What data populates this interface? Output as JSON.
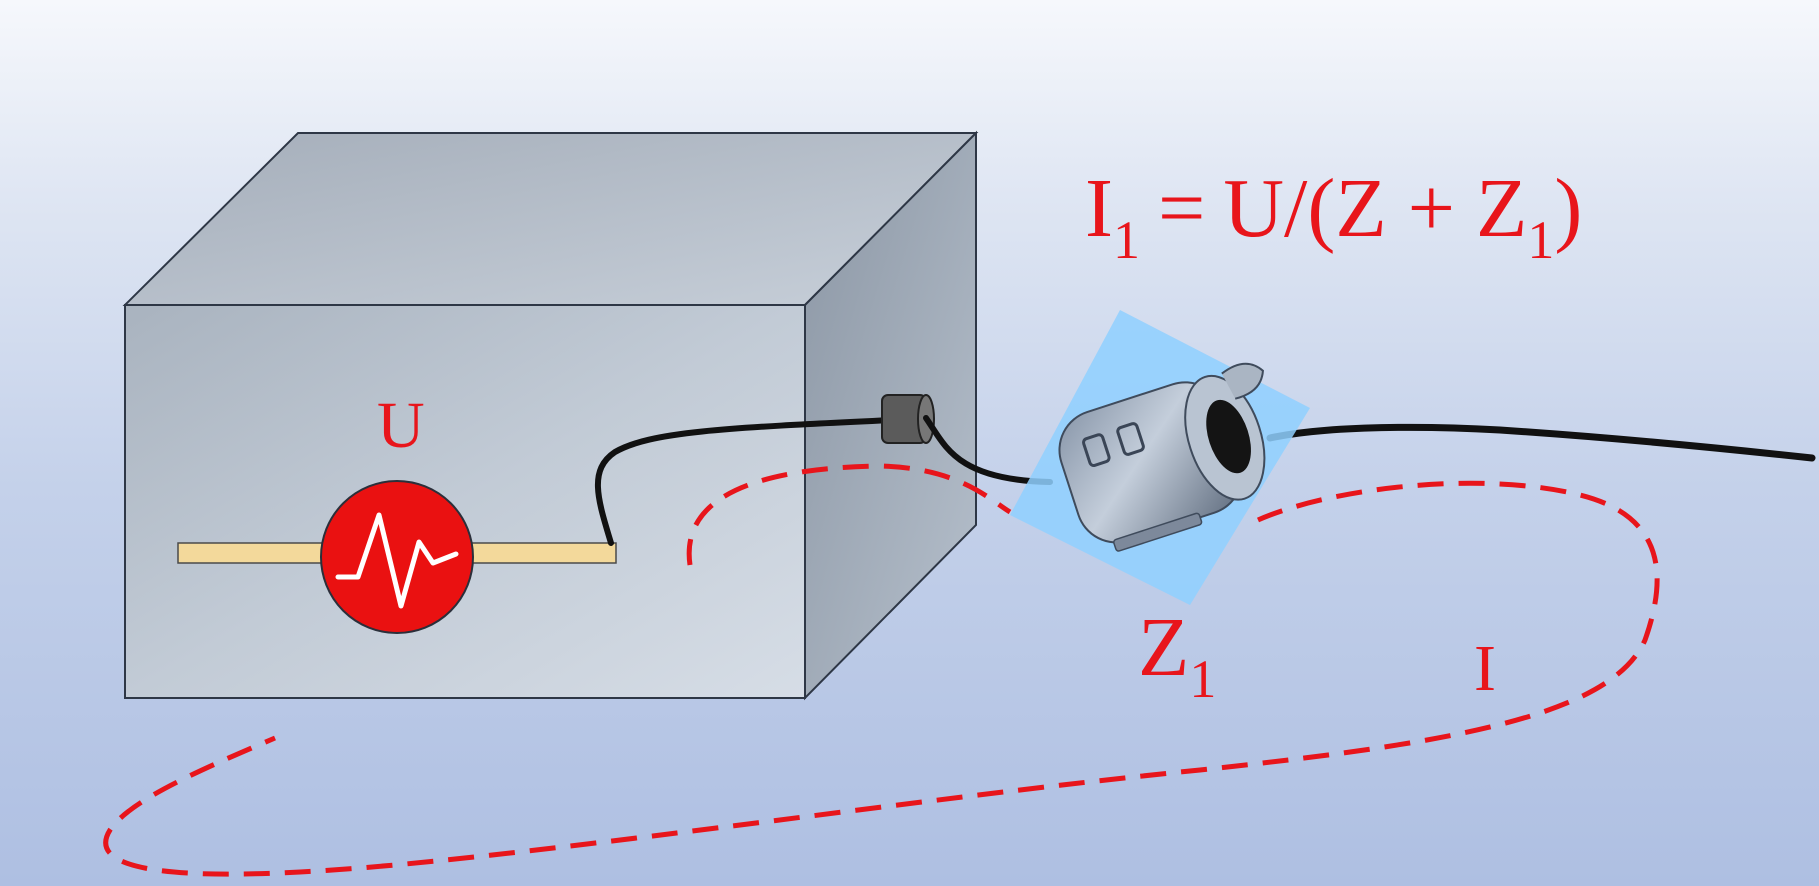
{
  "formula": {
    "lhs": "I",
    "lhs_sub": "1",
    "eq": "=",
    "rhs_start": "U/(Z + Z",
    "rhs_sub": "1",
    "rhs_end": ")"
  },
  "labels": {
    "voltage": "U",
    "impedance": "Z",
    "impedance_sub": "1",
    "current": "I"
  },
  "colors": {
    "annotation": "#e8151b",
    "box_front": "#b9c3cf",
    "box_top": "#b3bcc8",
    "box_side": "#9aa5b3",
    "strip": "#f3d99b",
    "source": "#ea1111",
    "highlight": "#8fd0ff"
  },
  "icons": [
    "signal-wave-icon",
    "ferrite-core-icon"
  ]
}
